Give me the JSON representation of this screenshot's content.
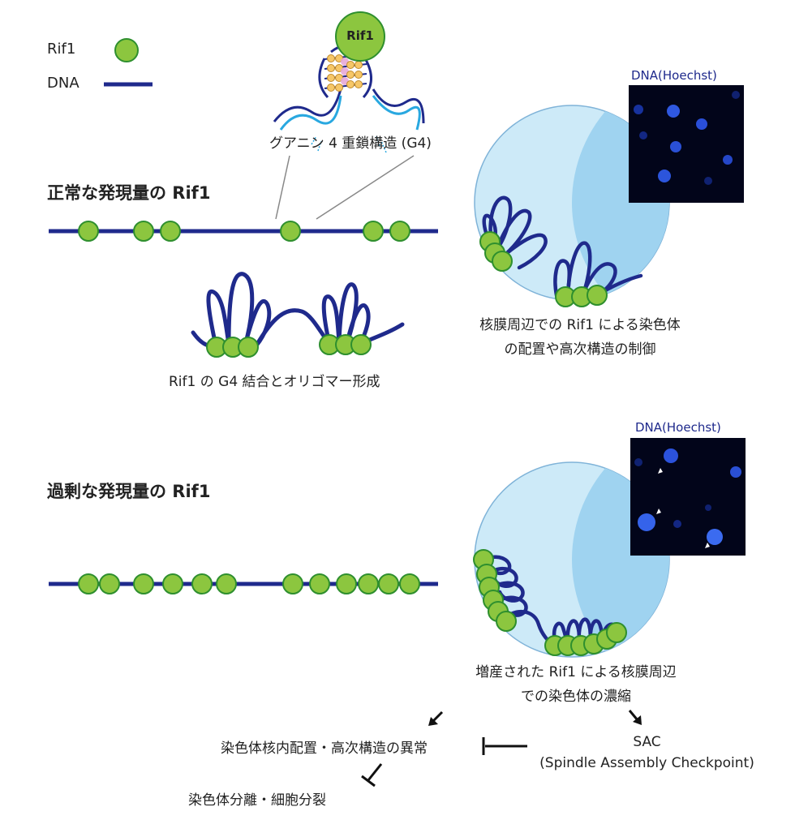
{
  "legend": {
    "rif1_label": "Rif1",
    "dna_label": "DNA",
    "rif1_color": "#8cc63f",
    "rif1_border": "#2e8f2e",
    "dna_color": "#1f2a8c"
  },
  "g4": {
    "protein_label": "Rif1",
    "caption": "グアニン 4 重鎖構造 (G4)"
  },
  "normal": {
    "title": "正常な発現量の Rif1",
    "oligomer_caption": "Rif1 の G4 結合とオリゴマー形成",
    "nucleus_caption_line1": "核膜周辺での Rif1 による染色体",
    "nucleus_caption_line2": "の配置や高次構造の制御",
    "micrograph_label": "DNA(Hoechst)"
  },
  "excess": {
    "title": "過剰な発現量の Rif1",
    "nucleus_caption_line1": "増産された Rif1 による核膜周辺",
    "nucleus_caption_line2": "での染色体の濃縮",
    "micrograph_label": "DNA(Hoechst)"
  },
  "outcomes": {
    "abnormal": "染色体核内配置・高次構造の異常",
    "sac_line1": "SAC",
    "sac_line2": "(Spindle Assembly Checkpoint)",
    "segregation": "染色体分離・細胞分裂"
  }
}
